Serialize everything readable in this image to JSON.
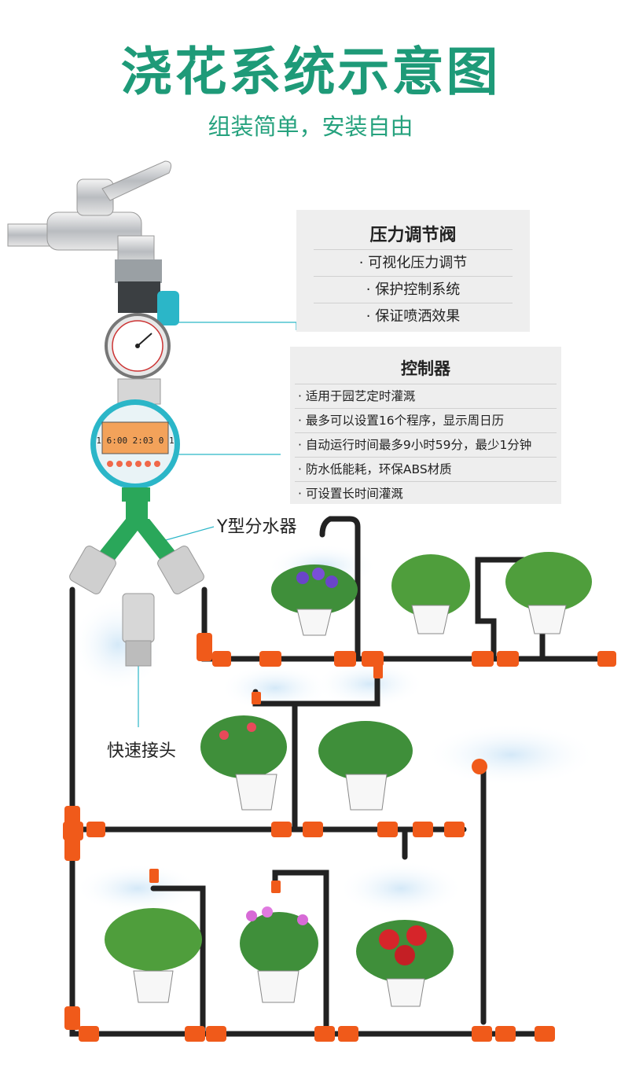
{
  "title": "浇花系统示意图",
  "subtitle": "组装简单，安装自由",
  "pressure_valve": {
    "title": "压力调节阀",
    "items": [
      "· 可视化压力调节",
      "· 保护控制系统",
      "· 保证喷洒效果"
    ]
  },
  "controller": {
    "title": "控制器",
    "items": [
      "· 适用于园艺定时灌溉",
      "· 最多可以设置16个程序，显示周日历",
      "· 自动运行时间最多9小时59分，最少1分钟",
      "· 防水低能耗，环保ABS材质",
      "· 可设置长时间灌溉"
    ],
    "display_text": "1 6:00 2:03 0 1"
  },
  "y_splitter_label": "Y型分水器",
  "quick_connector_label": "快速接头",
  "colors": {
    "title": "#1e9a78",
    "pipe": "#222222",
    "fitting": "#f05a1a",
    "controller_teal": "#2bb6c8",
    "panel_bg": "#eeeeee"
  }
}
